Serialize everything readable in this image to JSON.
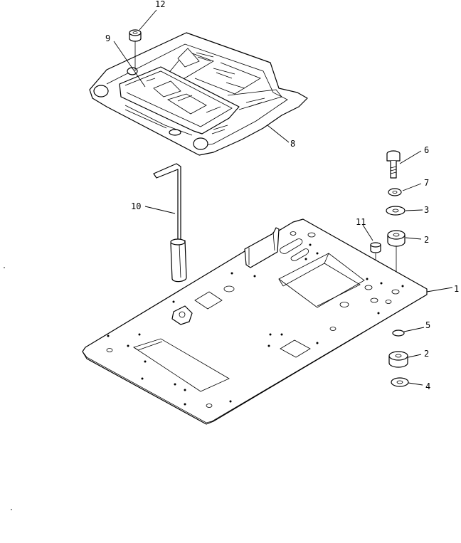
{
  "callouts": [
    {
      "id": "c12",
      "text": "12"
    },
    {
      "id": "c9",
      "text": "9"
    },
    {
      "id": "c8",
      "text": "8"
    },
    {
      "id": "c6",
      "text": "6"
    },
    {
      "id": "c7",
      "text": "7"
    },
    {
      "id": "c3",
      "text": "3"
    },
    {
      "id": "c10",
      "text": "10"
    },
    {
      "id": "c11",
      "text": "11"
    },
    {
      "id": "c2a",
      "text": "2"
    },
    {
      "id": "c1",
      "text": "1"
    },
    {
      "id": "c5",
      "text": "5"
    },
    {
      "id": "c2b",
      "text": "2"
    },
    {
      "id": "c4",
      "text": "4"
    }
  ]
}
